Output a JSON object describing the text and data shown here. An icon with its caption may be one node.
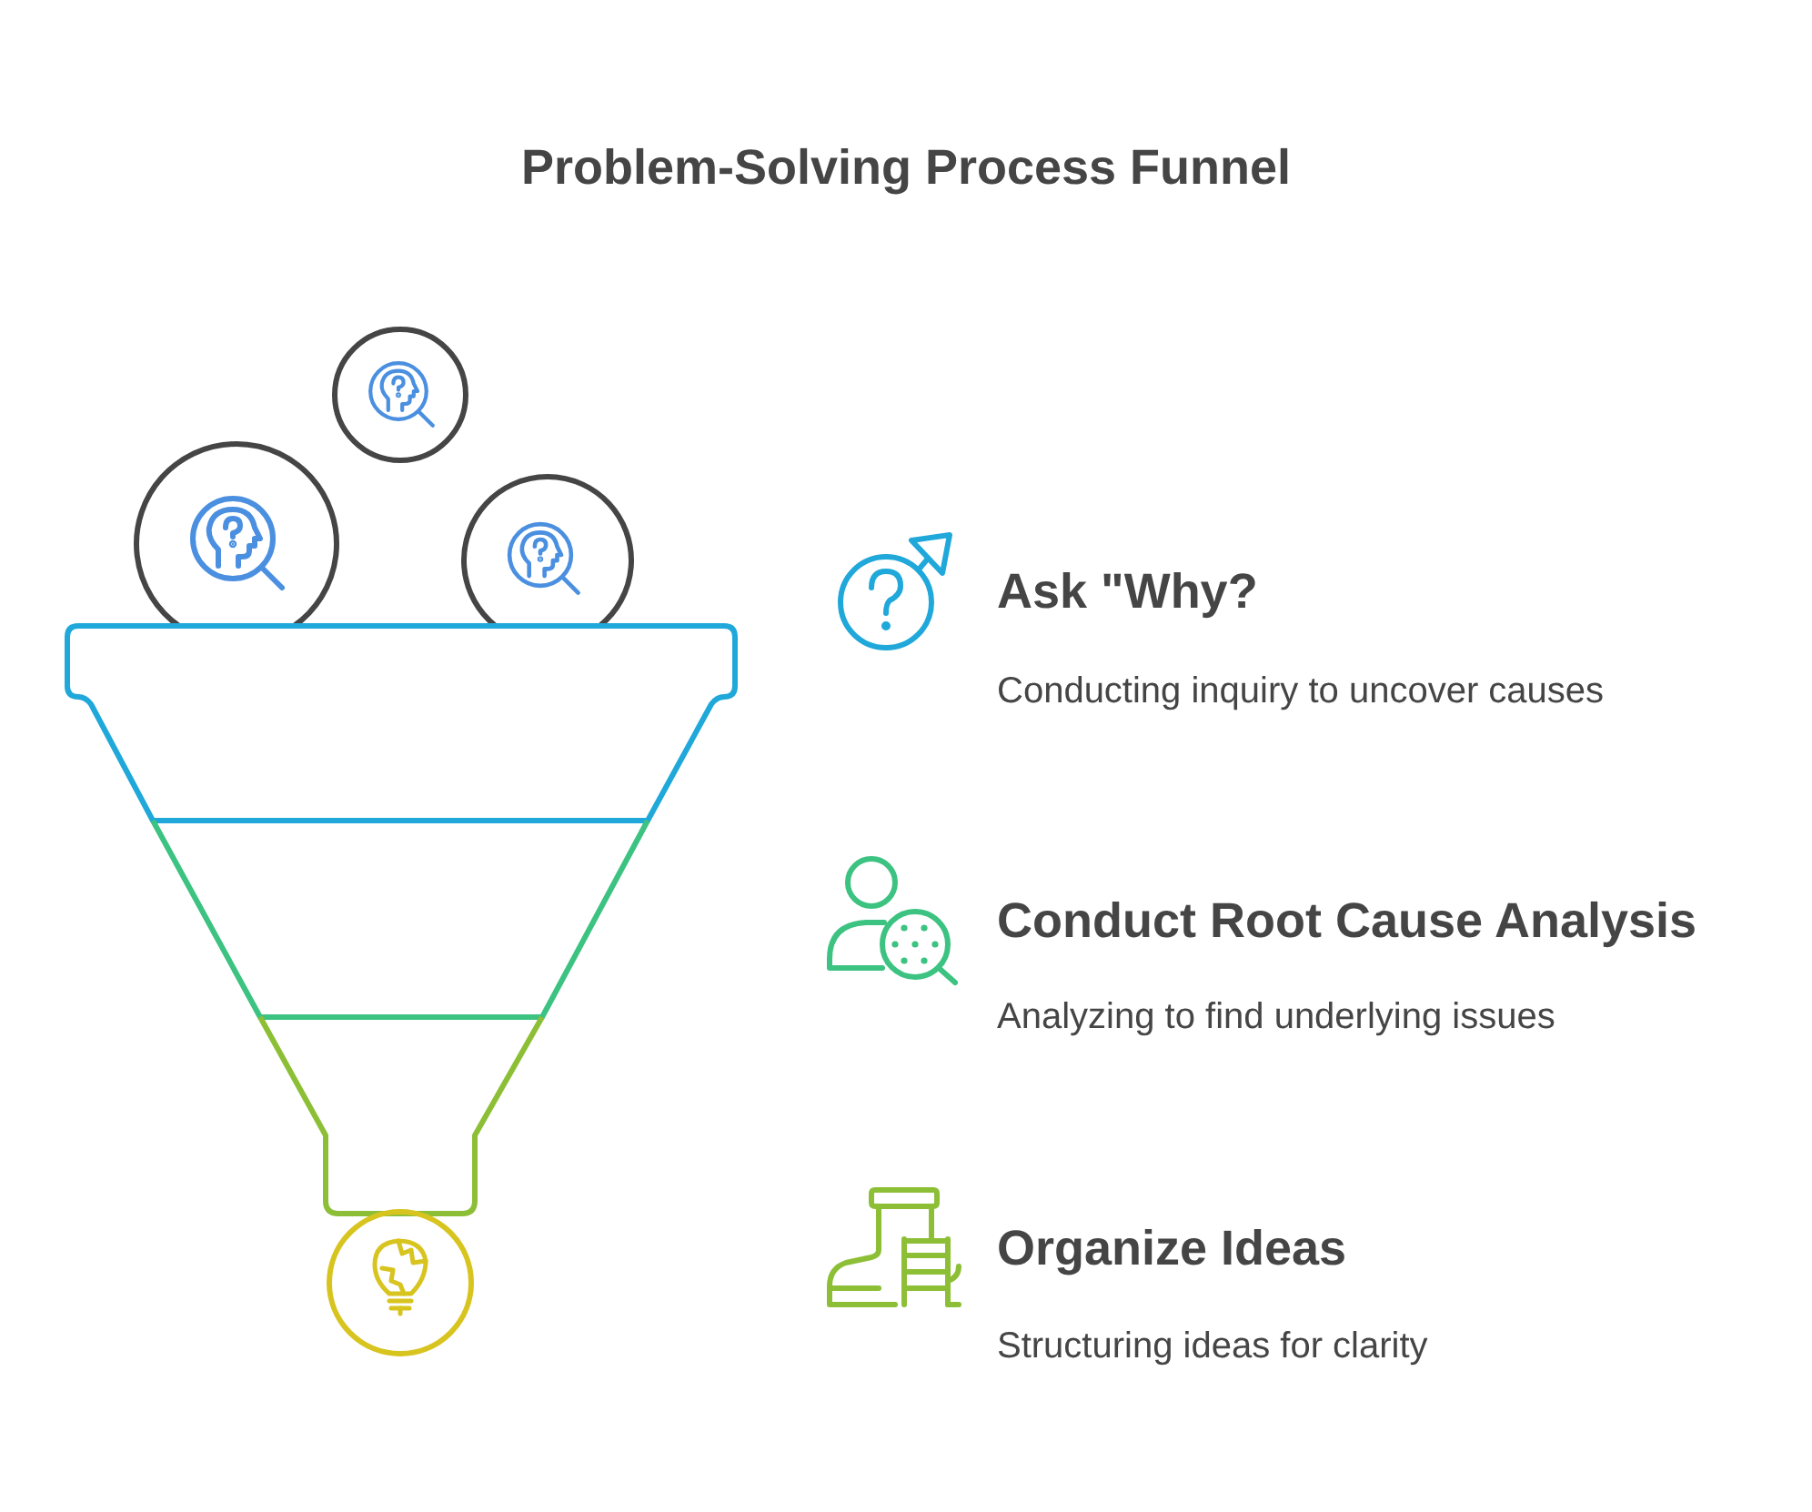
{
  "diagram": {
    "title": "Problem-Solving Process Funnel",
    "nodes": [
      {
        "text": [],
        "shape": "trapezoid"
      },
      {
        "text": [],
        "shape": "trapezoid"
      },
      {
        "text": [],
        "shape": "trapezoid"
      }
    ],
    "labels": [
      "Ask \"Why?",
      "Conducting inquiry to uncover causes",
      "Conduct Root Cause Analysis",
      "Analyzing to find underlying issues",
      "Organize Ideas",
      "Structuring ideas for clarity"
    ]
  }
}
